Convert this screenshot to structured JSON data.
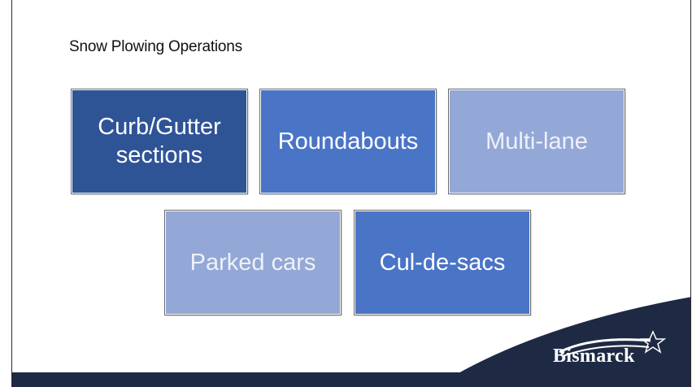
{
  "slide": {
    "title": "Snow Plowing Operations",
    "colors": {
      "dark": "#2f5496",
      "mid": "#4a74c6",
      "light": "#93a8d6",
      "footer": "#1e2a44"
    }
  },
  "boxes": {
    "curb_bold": "Curb/",
    "curb_rest": "Gutter",
    "curb_line2": "sections",
    "roundabouts": "Roundabouts",
    "multilane": "Multi-lane",
    "parked": "Parked cars",
    "culdesacs": "Cul-de-sacs"
  },
  "logo": {
    "text": "Bismarck"
  }
}
